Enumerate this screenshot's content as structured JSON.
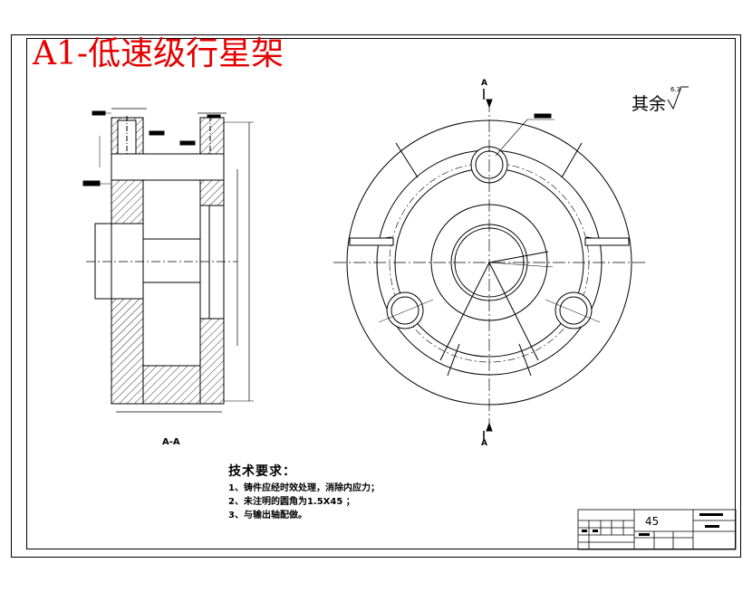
{
  "title": "A1-低速级行星架",
  "roughness": {
    "label": "其余",
    "value": "6.3"
  },
  "section_label": "A-A",
  "cut_marks": {
    "top": "A",
    "bottom": "A"
  },
  "notes": {
    "title": "技术要求：",
    "items": [
      "1、铸件应经时效处理，消除内应力；",
      "2、未注明的圆角为1.5X45 ；",
      "3、与输出轴配做。"
    ]
  },
  "title_block": {
    "material": "45"
  },
  "colors": {
    "title": "#e60000",
    "line": "#000000"
  }
}
